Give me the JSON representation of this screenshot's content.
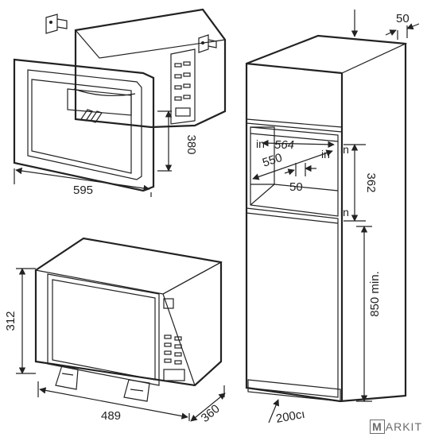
{
  "dimensions": {
    "frame_width": "595",
    "frame_height": "380",
    "oven_height": "312",
    "oven_width": "489",
    "oven_depth": "360",
    "cabinet_depth_top": "50",
    "niche_width": "564",
    "niche_depth": "550",
    "gap_back": "50",
    "niche_height": "362",
    "floor_height": "850 min.",
    "vent_opening": "200cı",
    "in_label": "in"
  },
  "watermark": {
    "letter": "M",
    "rest": "ARKIT"
  },
  "colors": {
    "line": "#222222",
    "oven_body": "#e9e9e9",
    "oven_door": "#8a8a8a",
    "cabinet_fill": "#f4f4f4"
  }
}
